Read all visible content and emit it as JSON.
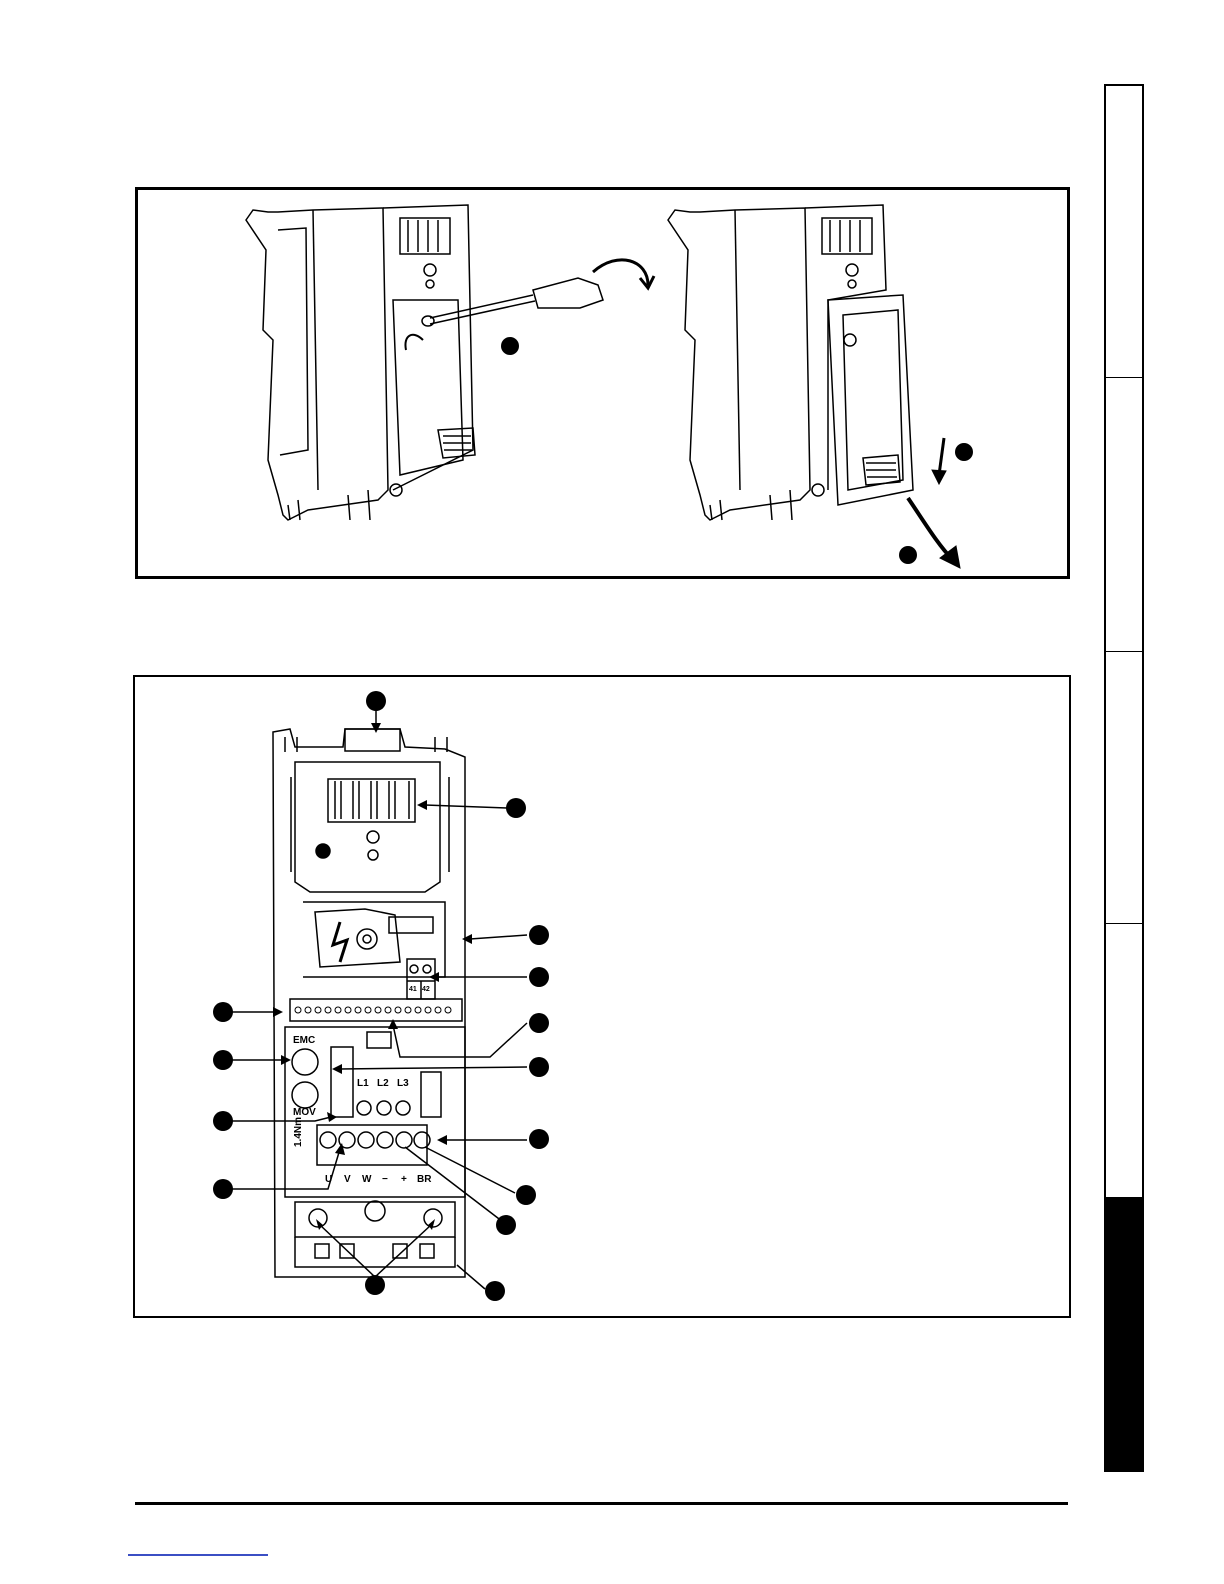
{
  "page": {
    "side_tabs": [
      {
        "name": "tab-1",
        "active": false
      },
      {
        "name": "tab-2",
        "active": false
      },
      {
        "name": "tab-3",
        "active": false
      },
      {
        "name": "tab-4",
        "active": false
      },
      {
        "name": "tab-5",
        "active": true
      }
    ]
  },
  "figure_bottom": {
    "terminal_labels": {
      "emc": "EMC",
      "mov": "MOV",
      "torque": "1.4Nm",
      "l1": "L1",
      "l2": "L2",
      "l3": "L3",
      "u": "U",
      "v": "V",
      "w": "W",
      "minus": "−",
      "plus": "+",
      "br": "BR",
      "t41": "41",
      "t42": "42"
    }
  },
  "colors": {
    "ink": "#000000",
    "paper": "#ffffff",
    "link": "#3b4fc4"
  }
}
